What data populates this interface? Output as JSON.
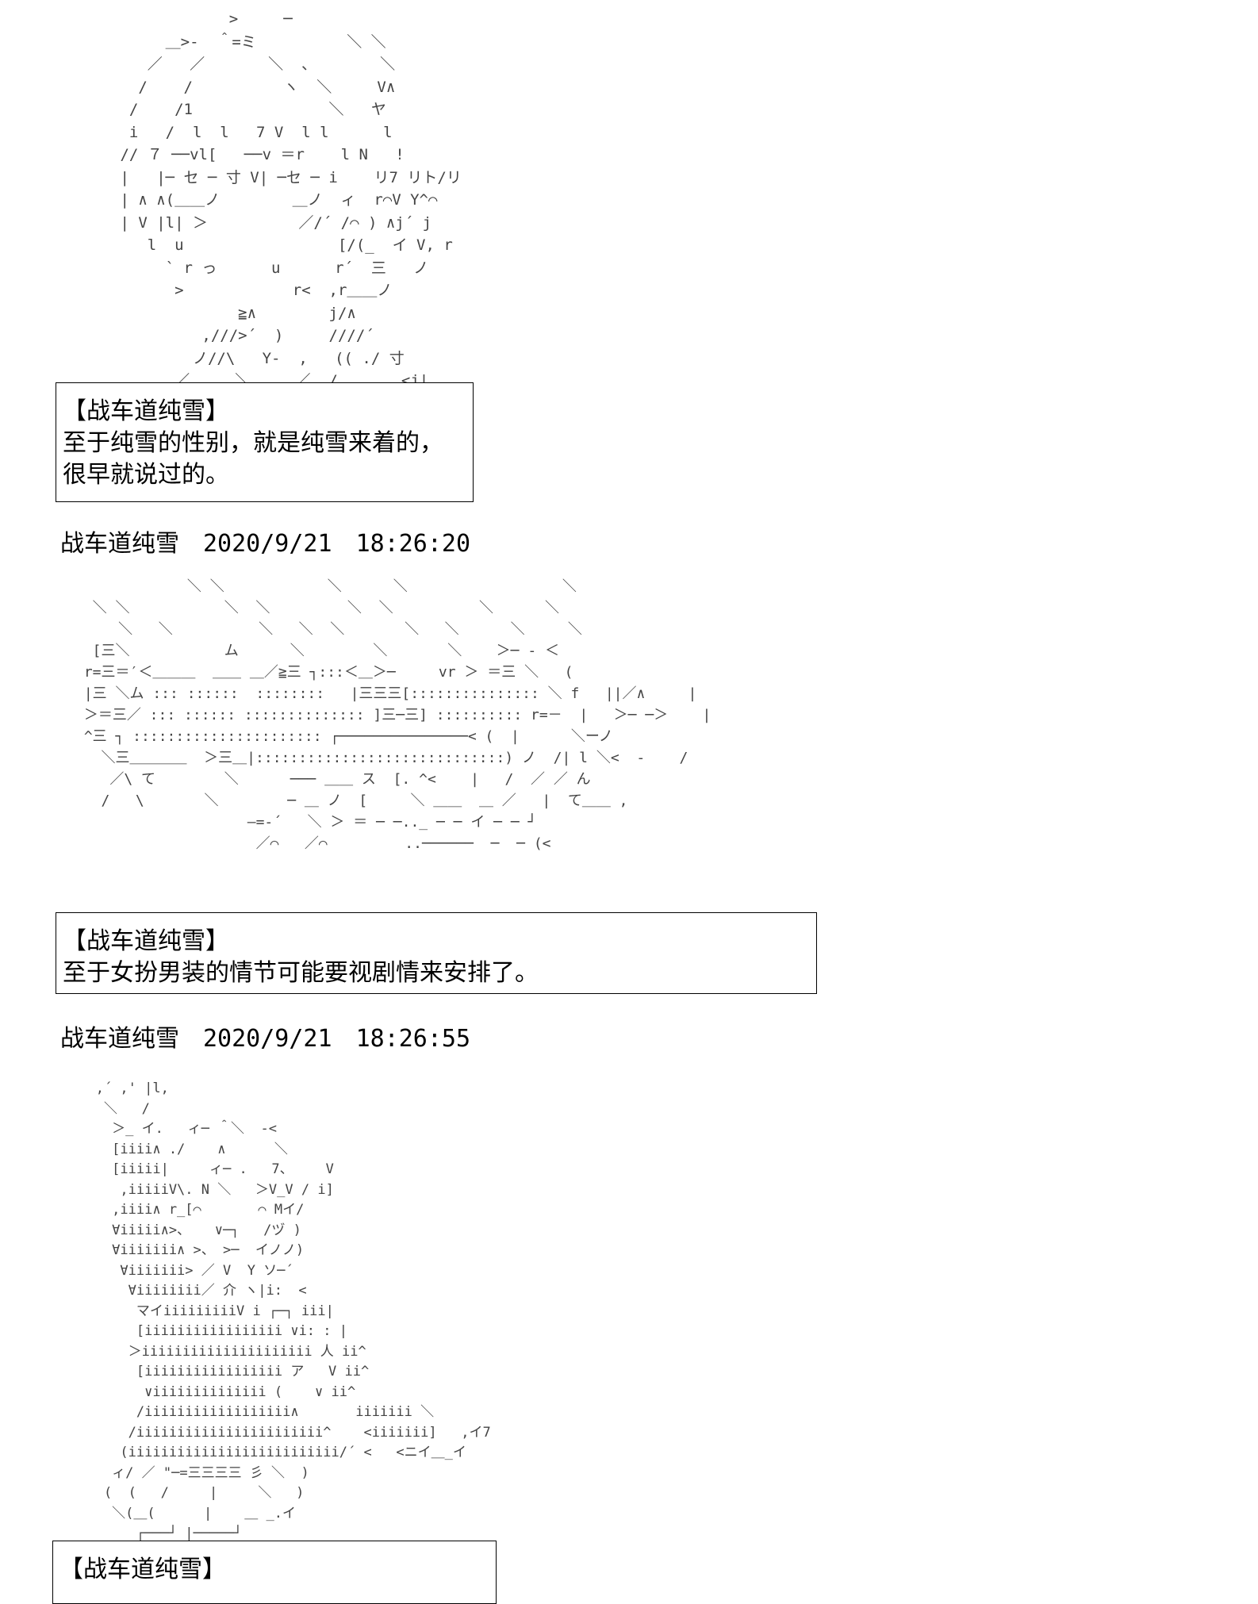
{
  "posts": [
    {
      "art": "             >     ─\n      ＿>‐  ＾=ミ          ＼ ＼\n    ／   ／       ＼  、       ＼\n   /    /          ヽ  ＼     V∧\n  /    /1               ＼   ヤ\n  i   /  l  l   7 V  l l      l\n // ７ ──vl[   ──v ＝r    l N   !\n |   |─ セ ─ 寸 V| ─セ ─ i    リ7 リト/リ\n | ∧ ∧(＿＿ノ        ＿ノ  ィ  r⌒V Y^⌒\n | V |l| ＞          ／/´ /⌒ ) ∧j´ j\n    l  u                 [/(_  イ V, r\n      ` r っ      u      r´  三   ノ\n       >            r<  ,r＿＿ノ\n              ≧∧        j/∧\n          ,///>´  )     ////´\n         ノ//\\   Y-  ,   (( ./ 寸\n       ／     ＼     ／  /       <j|\n      ／       ＼  ＼ メ     ＼   ＼/ |\n    ／    /       /          l   |",
      "dialog": [
        "【战车道纯雪】",
        "至于纯雪的性别，就是纯雪来着的，",
        "很早就说过的。"
      ],
      "author": "战车道纯雪",
      "date": "2020/9/21",
      "time": "18:26:20"
    },
    {
      "art": "             ＼ ＼            ＼      ＼                  ＼\n  ＼ ＼           ＼  ＼         ＼  ＼          ＼      ＼\n     ＼   ＼          ＼   ＼  ＼       ＼   ＼      ＼     ＼\n  [三＼           ム      ＼        ＼       ＼    ＞─ ‐ ＜\n r=三＝′＜＿＿＿  ＿＿ ＿／≧三 ┐:::＜＿＞─     vr ＞ ＝三 ＼   (\n |三 ＼ム ::: ::::::  ::::::::   |三三三[::::::::::::::: ＼ f   ||／∧     |\n ＞＝三／ ::: :::::: :::::::::::::: ]三─三] :::::::::: r=－  |   ＞─ ─＞    |\n ^三 ┐ :::::::::::::::::::::: ┌───────────────< (  |      ＼ーノ\n   ＼三＿＿＿＿  ＞三＿|:::::::::::::::::::::::::::::) ノ  /| l ＼<  ‐    /\n    ／\\ て        ＼      ─── ＿＿ ス  [. ^<    |   /  ／ ／ ん\n   /   \\       ＼        ─ ＿ ノ  [     ＼ ＿＿  ＿ ／   |  て＿＿ ,\n                    ―=-´   ＼ ＞ ＝ ─ ─.._ ─ ─ イ ─ ─ ┘\n                     ／⌒   ／⌒         ..──────  ─  ─ (<",
      "dialog": [
        "【战车道纯雪】",
        "至于女扮男装的情节可能要视剧情来安排了。"
      ],
      "author": "战车道纯雪",
      "date": "2020/9/21",
      "time": "18:26:55"
    },
    {
      "art": "   ,´ ,' |l,\n    ＼   /\n     ＞_ イ.   ィ─ ＾＼  ‐<\n     [iiii∧ ./    ∧      ＼\n     [iiiii|     ィ─ .   7、    V\n      ,iiiiiV\\. N ＼   ＞V_V / i]\n     ,iiii∧ r_[⌒       ⌒ Мイ/\n     ∀iiiii∧>、   ∨─┐   /ヅ )\n     ∀iiiiiii∧ >、 >─  イノノ)\n      ∀iiiiiii> ／ V  Y ソ─´\n       ∀iiiiiiii／ 介 ヽ|i:  <\n        マイiiiiiiiiiV i ┌─┐ iii|\n        [iiiiiiiiiiiiiiiii ∨i: : |\n       ＞iiiiiiiiiiiiiiiiiiiii 人 ii^\n        [iiiiiiiiiiiiiiiii ア   V ii^\n         ∨iiiiiiiiiiiiii (    ∨ ii^\n        /iiiiiiiiiiiiiiiiii∧       iiiiiii ＼\n       /iiiiiiiiiiiiiiiiiiiiiii^    <iiiiiii]   ,イ7\n      (iiiiiiiiiiiiiiiiiiiiiiiiii/´ <   <ニイ＿_イ\n     ィ/ ／ \"─=三三三三 彡 ＼  )\n    (  (   /     |     ＼   )\n     ＼(＿(      |    ＿ _.イ\n        ┌───┘ |─────┘",
      "dialog": [
        "【战车道纯雪】"
      ]
    }
  ]
}
